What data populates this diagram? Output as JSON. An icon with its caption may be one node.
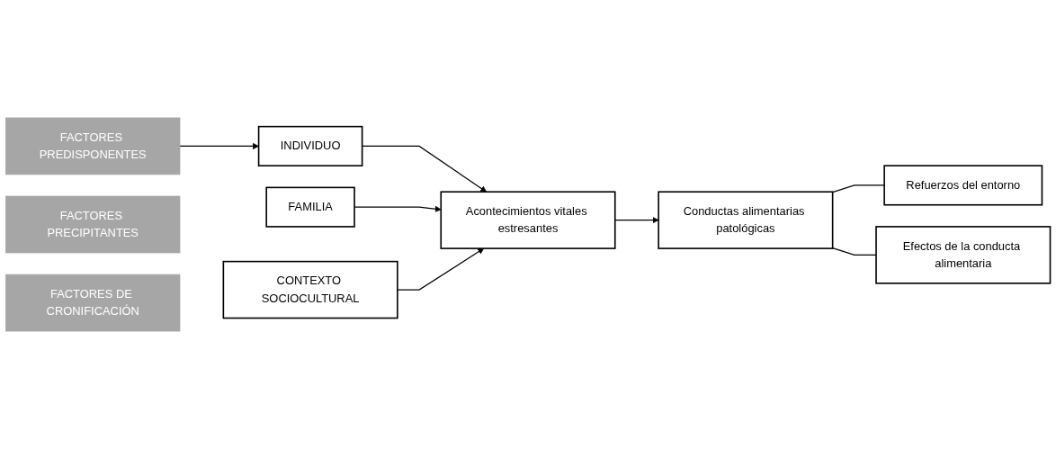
{
  "diagram": {
    "nodes": [
      {
        "text": [
          "FACTORES PREDISPONENTES"
        ]
      },
      {
        "text": [
          "FACTORES PRECIPITANTES"
        ]
      },
      {
        "text": [
          "FACTORES DE CRONIFICACIÓN"
        ]
      },
      {
        "text": [
          "INDIVIDUO"
        ]
      },
      {
        "text": [
          "FAMILIA"
        ]
      },
      {
        "text": [
          "CONTEXTO SOCIOCULTURAL"
        ]
      },
      {
        "text": [
          "Acontecimientos vitales estresantes"
        ]
      },
      {
        "text": [
          "Conductas alimentarias patológicas"
        ]
      },
      {
        "text": [
          "Refuerzos del entorno"
        ]
      },
      {
        "text": [
          "Efectos de la conducta alimentaria"
        ]
      }
    ],
    "edges": [
      {
        "from": 0,
        "to": 3,
        "arrow": "to"
      },
      {
        "from": 3,
        "to": 6,
        "arrow": "to"
      },
      {
        "from": 4,
        "to": 6,
        "arrow": "to"
      },
      {
        "from": 5,
        "to": 6,
        "arrow": "to"
      },
      {
        "from": 6,
        "to": 7,
        "arrow": "to"
      },
      {
        "from": 7,
        "to": 8,
        "arrow": "none"
      },
      {
        "from": 7,
        "to": 9,
        "arrow": "none"
      }
    ]
  }
}
